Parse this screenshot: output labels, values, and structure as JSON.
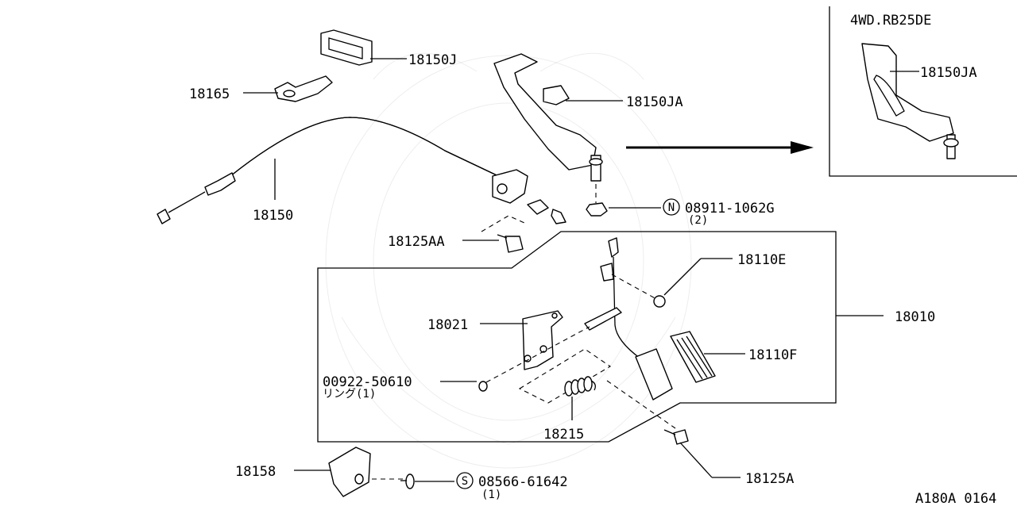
{
  "inset": {
    "title": "4WD.RB25DE",
    "part": "18150JA"
  },
  "labels": {
    "p18150J": "18150J",
    "p18165": "18165",
    "p18150": "18150",
    "p18150JA": "18150JA",
    "p18125AA": "18125AA",
    "p18110E": "18110E",
    "p18010": "18010",
    "p18021": "18021",
    "p18110F": "18110F",
    "p18215": "18215",
    "p18158": "18158",
    "p18125A": "18125A"
  },
  "nut": {
    "symbol": "N",
    "number": "08911-1062G",
    "qty": "(2)"
  },
  "ring": {
    "number": "00922-50610",
    "note": "リング(1)"
  },
  "screw": {
    "symbol": "S",
    "number": "08566-61642",
    "qty": "(1)"
  },
  "diagram_code": "A180A 0164"
}
